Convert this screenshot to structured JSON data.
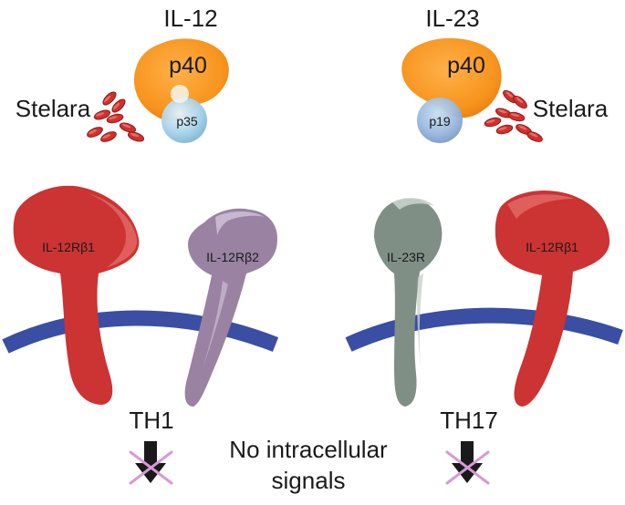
{
  "cytokines": {
    "il12": {
      "title": "IL-12",
      "large_subunit": "p40",
      "small_subunit": "p35"
    },
    "il23": {
      "title": "IL-23",
      "large_subunit": "p40",
      "small_subunit": "p19"
    }
  },
  "drug": {
    "left_label": "Stelara",
    "right_label": "Stelara"
  },
  "receptors": {
    "left_beta1": "IL-12Rβ1",
    "left_beta2": "IL-12Rβ2",
    "right_23r": "IL-23R",
    "right_beta1": "IL-12Rβ1"
  },
  "cells": {
    "left": "TH1",
    "right": "TH17"
  },
  "caption": {
    "line1": "No intracellular",
    "line2": "signals"
  },
  "colors": {
    "p40": "#f7941d",
    "small_subunit": "#a9d3ea",
    "antibody": "#d0312d",
    "receptor_red": "#cc3333",
    "receptor_purple": "#9a82a3",
    "receptor_gray": "#7f8f86",
    "membrane": "#3a4ea3",
    "cross": "#d69ad6",
    "arrow": "#1a1a1a"
  }
}
